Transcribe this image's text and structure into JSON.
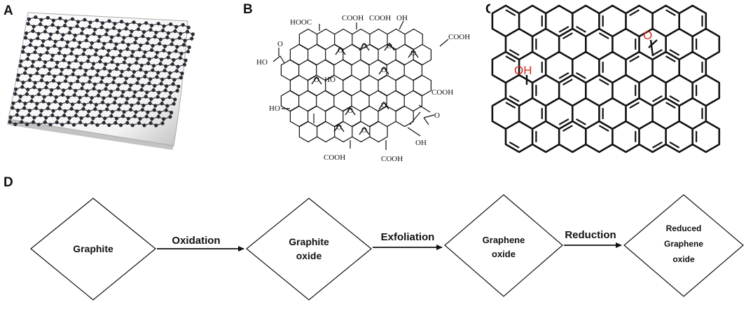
{
  "panels": {
    "a": "A",
    "b": "B",
    "c": "C",
    "d": "D"
  },
  "panel_b": {
    "groups": {
      "hooc_top": "HOOC",
      "cooh_top1": "COOH",
      "cooh_top2": "COOH",
      "oh_top": "OH",
      "cooh_right_top": "COOH",
      "ho_left": "HO",
      "o_left": "O",
      "ho_inner": "HO",
      "cooh_right_mid": "COOH",
      "ho_lower_left": "HO",
      "o_ketone": "O",
      "oh_lower": "OH",
      "cooh_bottom1": "COOH",
      "cooh_bottom2": "COOH",
      "epoxy_o": "O"
    }
  },
  "panel_c": {
    "oh_label": "OH",
    "o_label": "O",
    "label_color": "#d42a20"
  },
  "process": {
    "steps": [
      "Graphite",
      "Graphite oxide",
      "Graphene oxide",
      "Reduced Graphene oxide"
    ],
    "arrows": [
      "Oxidation",
      "Exfoliation",
      "Reduction"
    ]
  }
}
